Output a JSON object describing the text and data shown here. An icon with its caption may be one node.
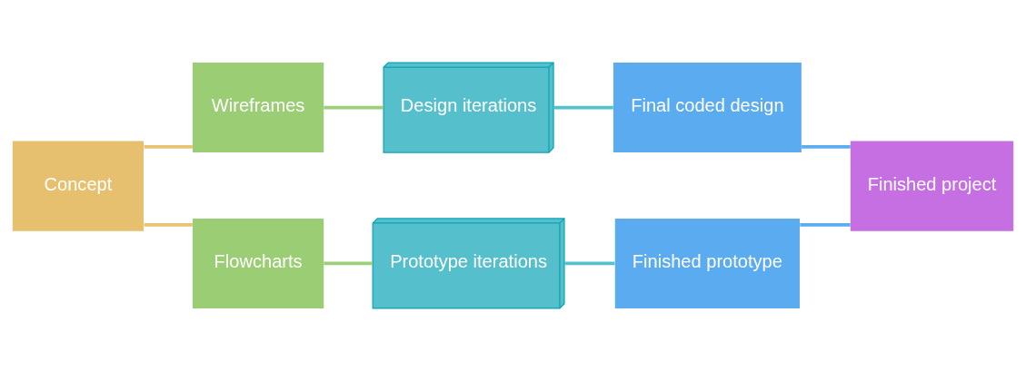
{
  "diagram": {
    "nodes": [
      {
        "text": [
          "Concept"
        ]
      },
      {
        "text": [
          "Wireframes"
        ]
      },
      {
        "text": [
          "Flowcharts"
        ]
      },
      {
        "text": [
          "Design iterations"
        ]
      },
      {
        "text": [
          "Prototype iterations"
        ]
      },
      {
        "text": [
          "Final coded design"
        ]
      },
      {
        "text": [
          "Finished prototype"
        ]
      },
      {
        "text": [
          "Finished project"
        ]
      }
    ],
    "edges": [
      {
        "from": 0,
        "to": 1,
        "arrow": "none",
        "color": "#e9c273"
      },
      {
        "from": 0,
        "to": 2,
        "arrow": "none",
        "color": "#e9c273"
      },
      {
        "from": 1,
        "to": 3,
        "arrow": "none",
        "color": "#9ccf77"
      },
      {
        "from": 2,
        "to": 4,
        "arrow": "none",
        "color": "#9ccf77"
      },
      {
        "from": 3,
        "to": 5,
        "arrow": "none",
        "color": "#56c0cc"
      },
      {
        "from": 4,
        "to": 6,
        "arrow": "none",
        "color": "#56c0cc"
      },
      {
        "from": 5,
        "to": 7,
        "arrow": "none",
        "color": "#5cacf0"
      },
      {
        "from": 6,
        "to": 7,
        "arrow": "none",
        "color": "#5cacf0"
      }
    ]
  }
}
